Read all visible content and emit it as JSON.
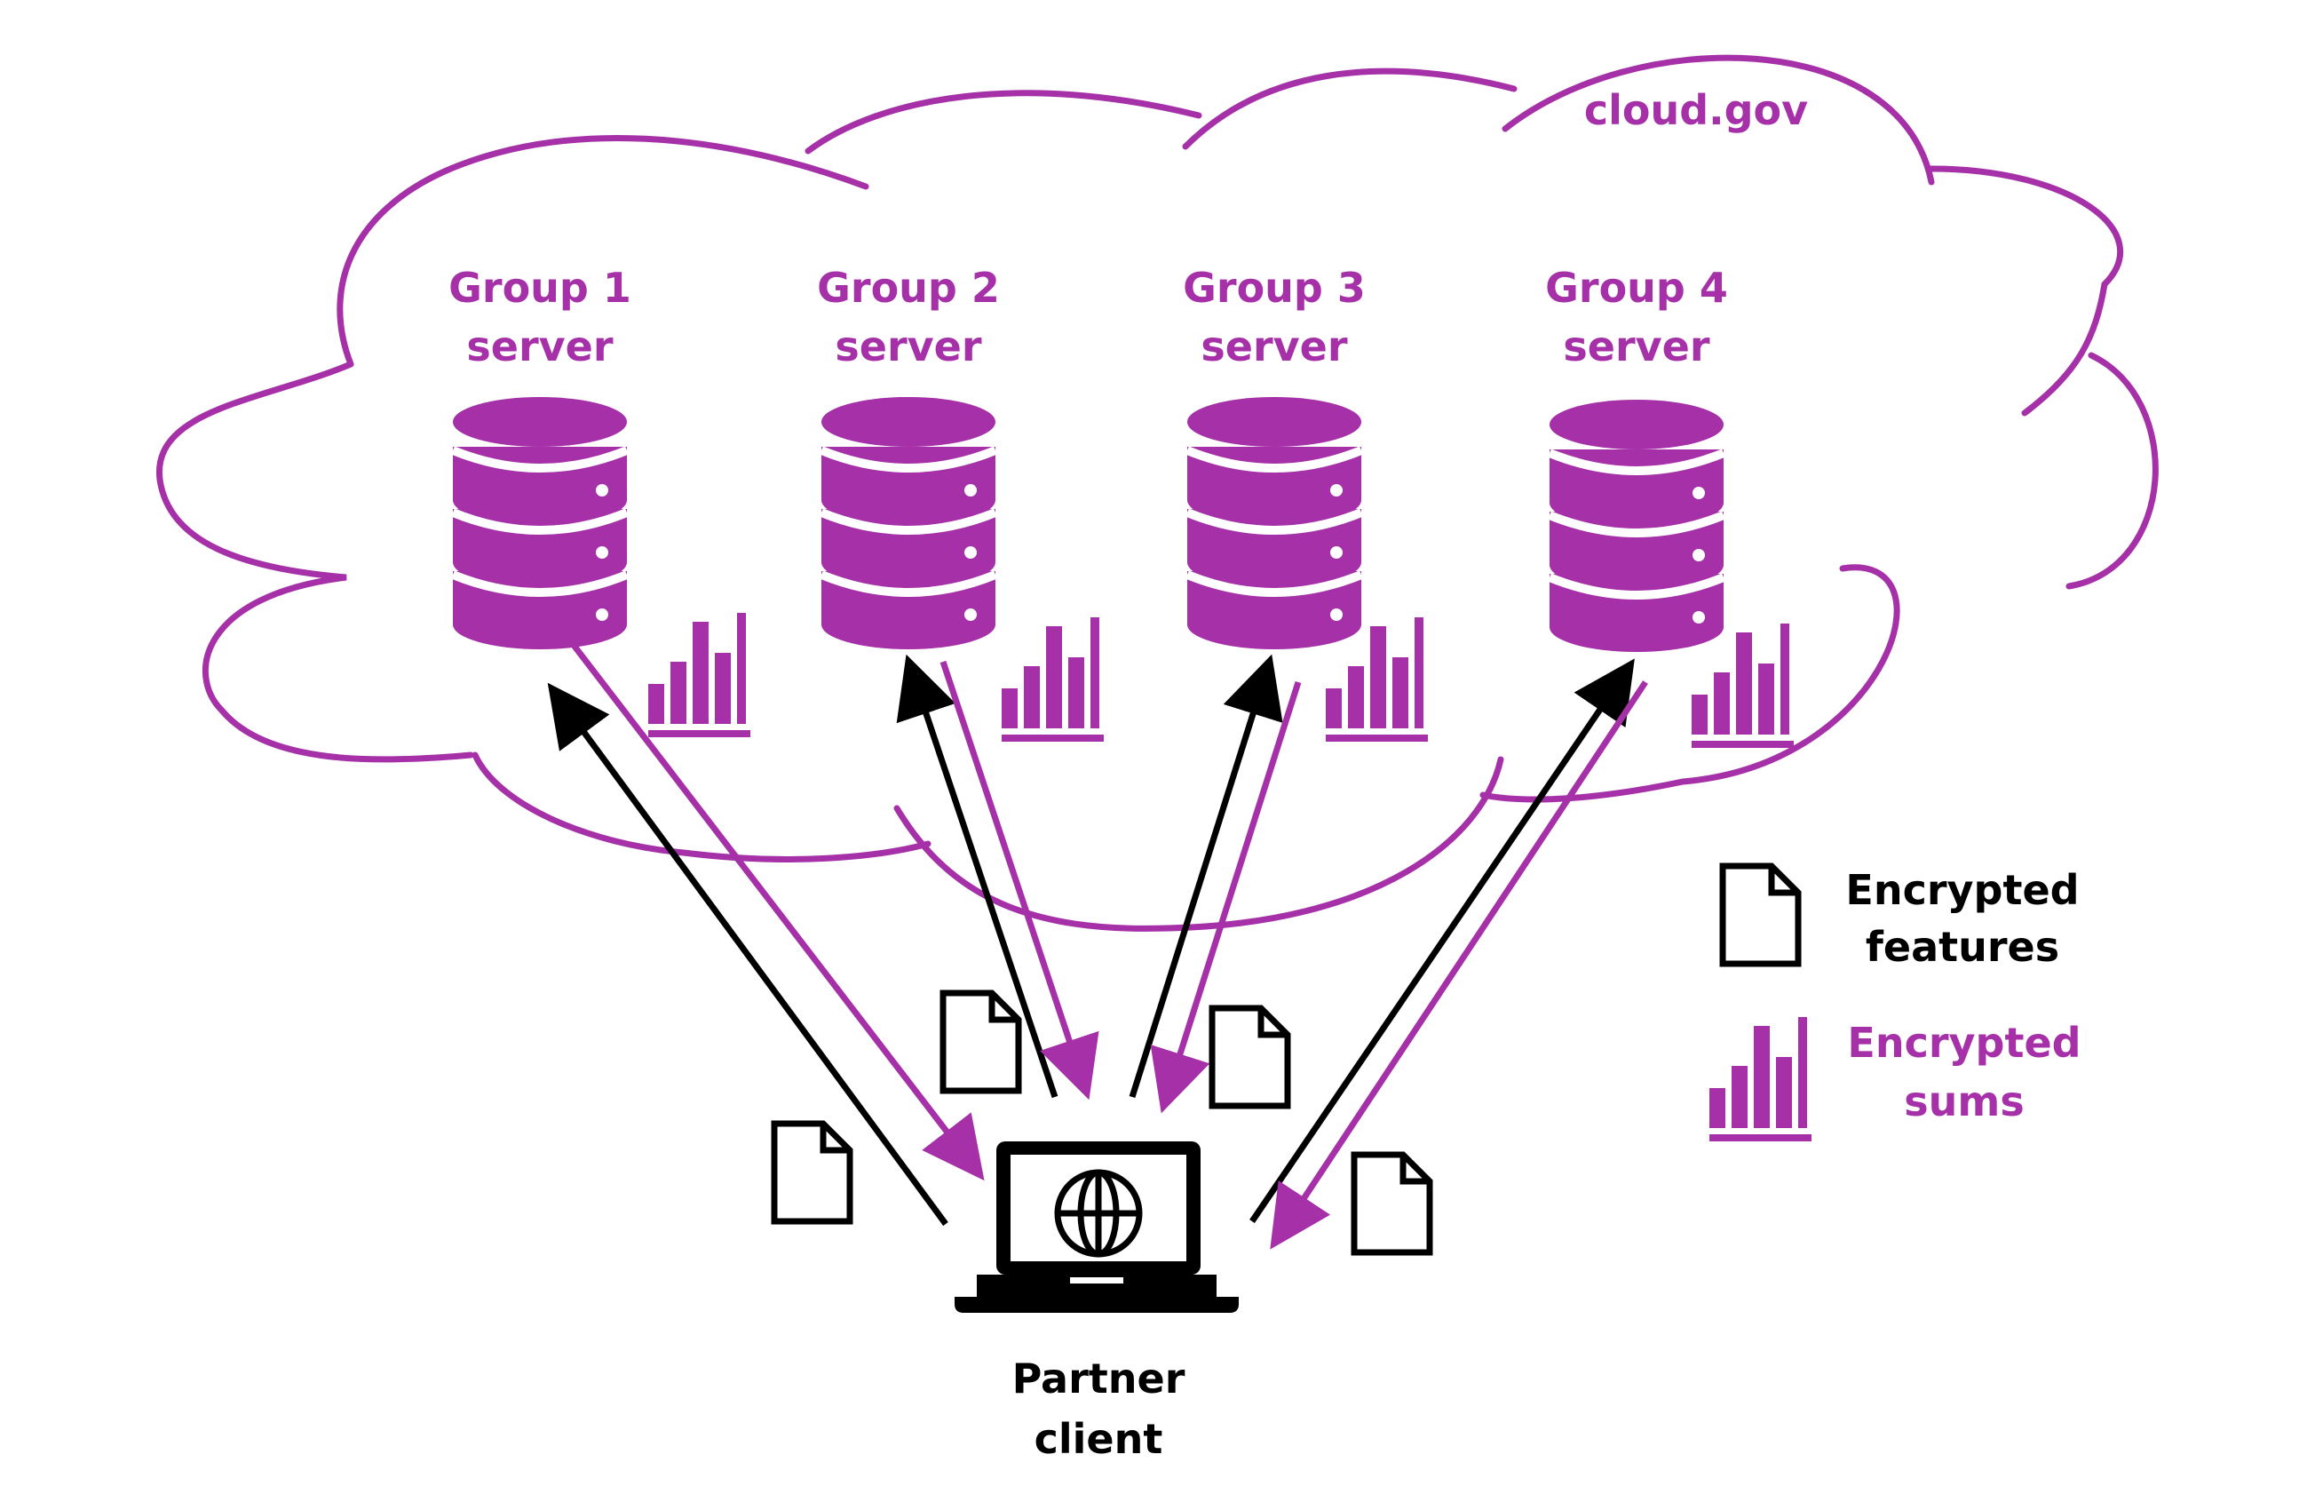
{
  "colors": {
    "accent": "#a530a8",
    "ink": "#000000",
    "background": "#ffffff"
  },
  "cloud": {
    "label": "cloud.gov"
  },
  "servers": [
    {
      "line1": "Group 1",
      "line2": "server",
      "icon": "database-icon",
      "sums_icon": "bar-chart-icon"
    },
    {
      "line1": "Group 2",
      "line2": "server",
      "icon": "database-icon",
      "sums_icon": "bar-chart-icon"
    },
    {
      "line1": "Group 3",
      "line2": "server",
      "icon": "database-icon",
      "sums_icon": "bar-chart-icon"
    },
    {
      "line1": "Group 4",
      "line2": "server",
      "icon": "database-icon",
      "sums_icon": "bar-chart-icon"
    }
  ],
  "client": {
    "line1": "Partner",
    "line2": "client",
    "icon": "laptop-globe-icon"
  },
  "legend": {
    "features": {
      "line1": "Encrypted",
      "line2": "features",
      "icon": "document-icon"
    },
    "sums": {
      "line1": "Encrypted",
      "line2": "sums",
      "icon": "bar-chart-icon"
    }
  }
}
